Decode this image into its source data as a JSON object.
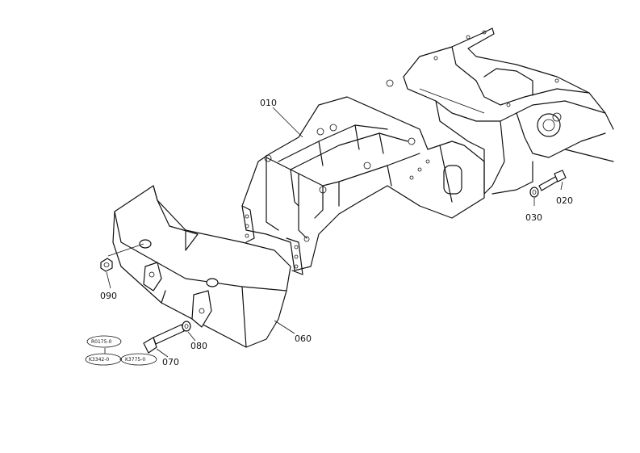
{
  "callouts": {
    "frame": "010",
    "bolt_upper": "020",
    "washer_upper": "030",
    "weight": "060",
    "bolt_lower": "070",
    "washer_lower": "080",
    "nut": "090"
  },
  "tags": {
    "tag_1": "R0175-0",
    "tag_2": "K3342-0",
    "tag_3": "K3775-0"
  }
}
